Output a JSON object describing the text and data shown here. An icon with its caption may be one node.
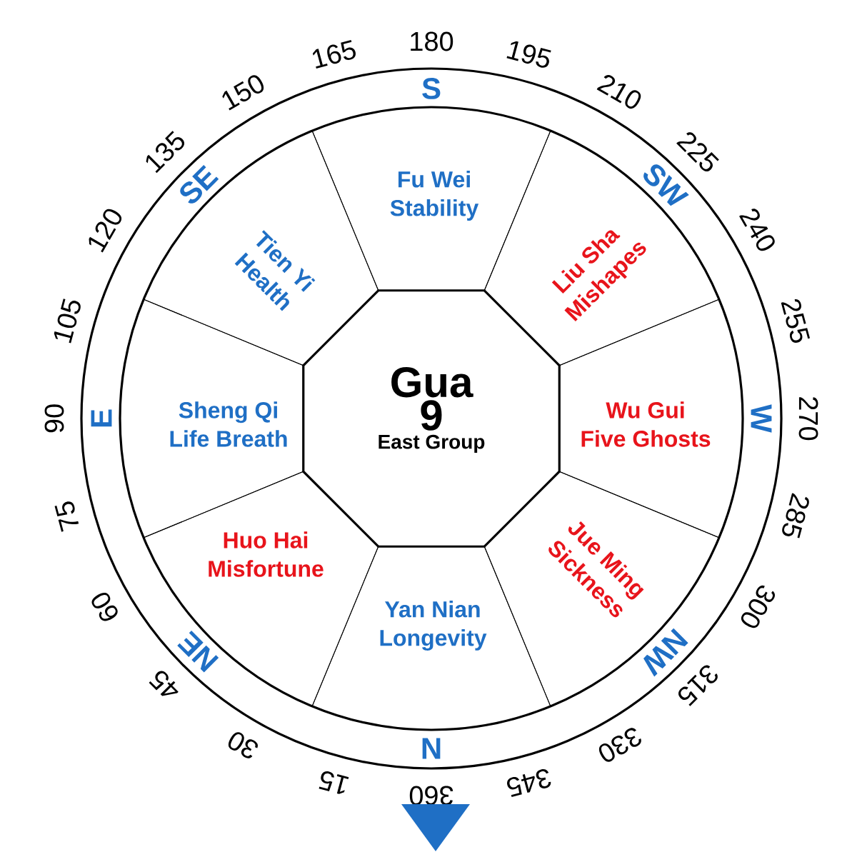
{
  "diagram": {
    "nodes": [
      {
        "text": [
          "Gua",
          "9",
          "East Group"
        ]
      },
      {
        "text": [
          "Fu Wei",
          "Stability"
        ]
      },
      {
        "text": [
          "Tien Yi",
          "Health"
        ]
      },
      {
        "text": [
          "Liu Sha",
          "Mishapes"
        ]
      },
      {
        "text": [
          "Sheng Qi",
          "Life Breath"
        ]
      },
      {
        "text": [
          "Wu Gui",
          "Five Ghosts"
        ]
      },
      {
        "text": [
          "Huo Hai",
          "Misfortune"
        ]
      },
      {
        "text": [
          "Yan Nian",
          "Longevity"
        ]
      },
      {
        "text": [
          "Jue Ming",
          "Sickness"
        ]
      }
    ],
    "edges": [],
    "labels": [
      "15",
      "30",
      "45",
      "60",
      "75",
      "90",
      "105",
      "120",
      "135",
      "150",
      "165",
      "180",
      "195",
      "210",
      "225",
      "240",
      "255",
      "270",
      "285",
      "300",
      "315",
      "330",
      "345",
      "360",
      "N",
      "NE",
      "E",
      "SE",
      "S",
      "SW",
      "W",
      "NW"
    ]
  }
}
